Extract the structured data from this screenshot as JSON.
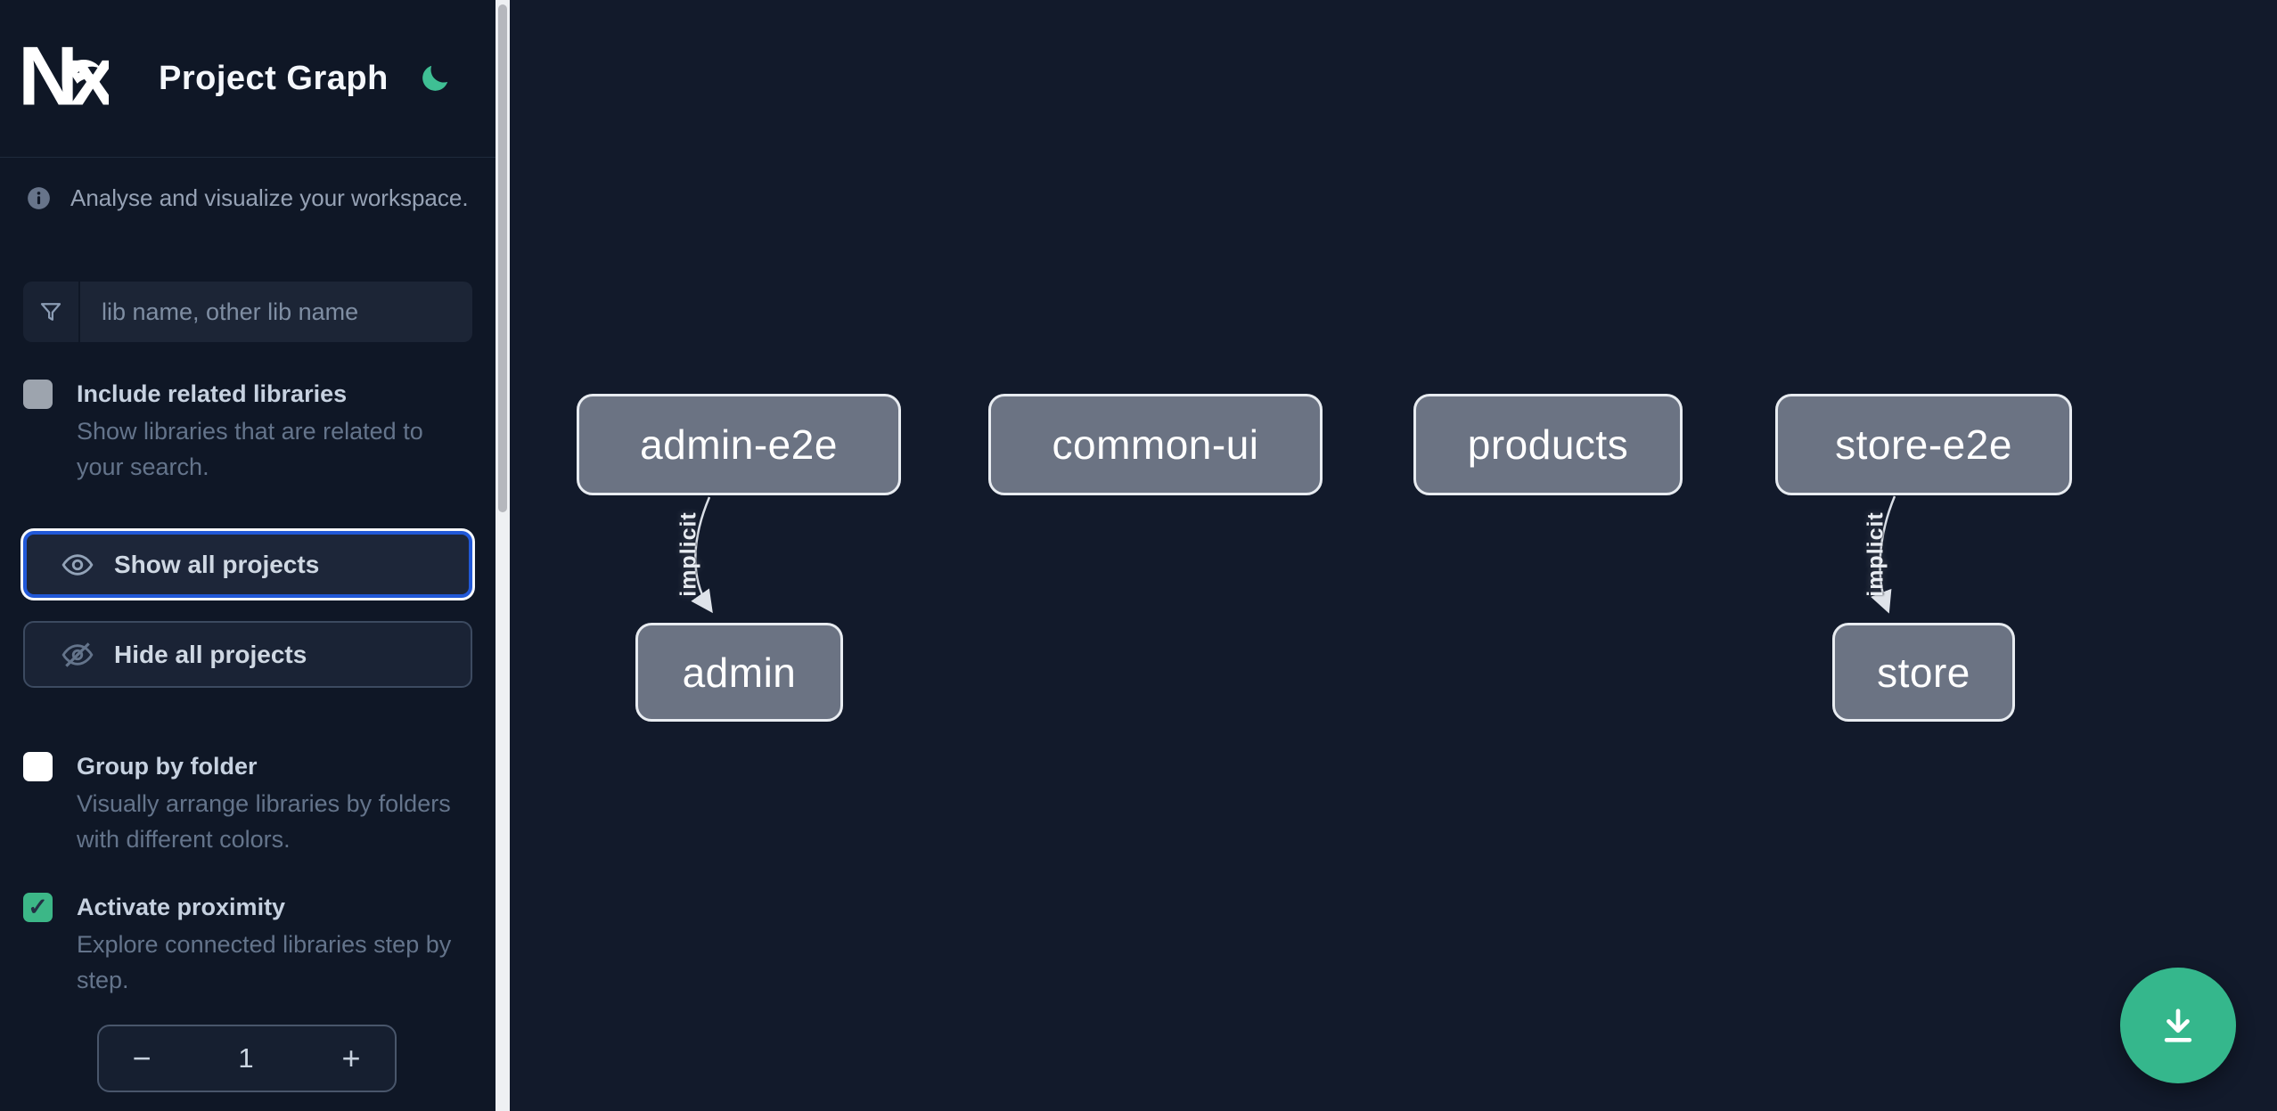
{
  "app": {
    "title": "Project Graph"
  },
  "sidebar": {
    "tagline": "Analyse and visualize your workspace.",
    "search": {
      "placeholder": "lib name, other lib name"
    },
    "controls": {
      "include_related": {
        "label": "Include related libraries",
        "description": "Show libraries that are related to your search.",
        "checked": false
      },
      "show_all": {
        "label": "Show all projects"
      },
      "hide_all": {
        "label": "Hide all projects"
      },
      "group_by_folder": {
        "label": "Group by folder",
        "description": "Visually arrange libraries by folders with different colors.",
        "checked": false
      },
      "activate_proximity": {
        "label": "Activate proximity",
        "description": "Explore connected libraries step by step.",
        "checked": true
      },
      "proximity_stepper": {
        "decrement": "−",
        "value": "1",
        "increment": "+"
      }
    }
  },
  "graph": {
    "nodes": [
      {
        "id": "admin-e2e",
        "label": "admin-e2e"
      },
      {
        "id": "common-ui",
        "label": "common-ui"
      },
      {
        "id": "products",
        "label": "products"
      },
      {
        "id": "store-e2e",
        "label": "store-e2e"
      },
      {
        "id": "admin",
        "label": "admin"
      },
      {
        "id": "store",
        "label": "store"
      }
    ],
    "edges": [
      {
        "from": "admin-e2e",
        "to": "admin",
        "label": "implicit"
      },
      {
        "from": "store-e2e",
        "to": "store",
        "label": "implicit"
      }
    ]
  },
  "icons": {
    "logo_text": "Nx",
    "check": "✓",
    "theme": "moon-icon",
    "info": "info-icon",
    "filter": "funnel-icon",
    "show": "eye-icon",
    "hide": "eye-off-icon",
    "download": "download-icon"
  },
  "colors": {
    "accent_green": "#3cb787",
    "focus_blue": "#2158d8",
    "node_fill": "#6b7383",
    "node_border": "#e8ecf1",
    "sidebar_bg": "#0f1726",
    "canvas_bg": "#121a2b",
    "scrollbar_thumb": "#b5b7bd",
    "scrollbar_track": "#eef0f3"
  }
}
